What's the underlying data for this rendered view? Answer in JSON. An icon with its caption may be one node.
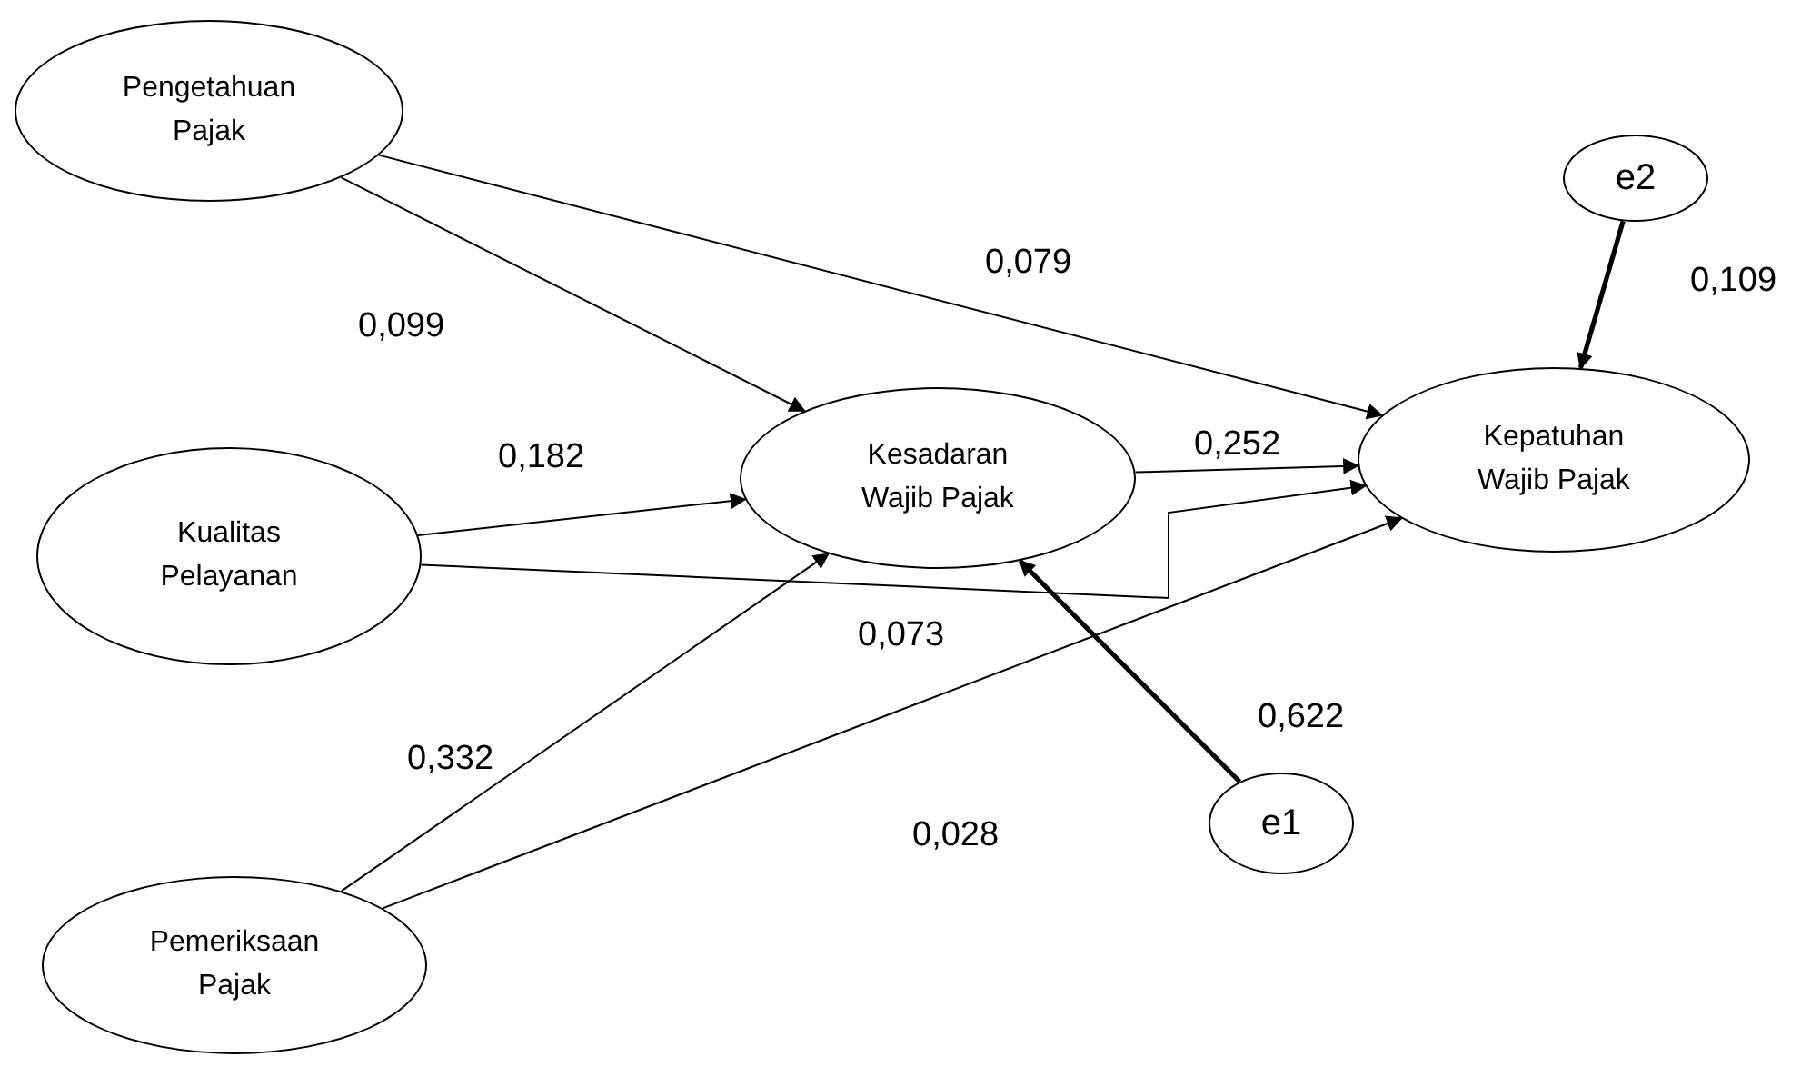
{
  "diagram": {
    "nodes": [
      {
        "text": [
          "Pengetahuan Pajak"
        ]
      },
      {
        "text": [
          "Kualitas Pelayanan"
        ]
      },
      {
        "text": [
          "Pemeriksaan Pajak"
        ]
      },
      {
        "text": [
          "Kesadaran Wajib Pajak"
        ]
      },
      {
        "text": [
          "Kepatuhan Wajib Pajak"
        ]
      },
      {
        "text": [
          "e2"
        ]
      },
      {
        "text": [
          "e1"
        ]
      }
    ],
    "edges": [
      {
        "from": 0,
        "to": 3,
        "arrow": "to",
        "label": "0,099"
      },
      {
        "from": 0,
        "to": 4,
        "arrow": "to",
        "label": "0,079"
      },
      {
        "from": 1,
        "to": 3,
        "arrow": "to",
        "label": "0,182"
      },
      {
        "from": 3,
        "to": 4,
        "arrow": "to",
        "label": "0,252"
      },
      {
        "from": 1,
        "to": 4,
        "arrow": "to",
        "label": "0,073"
      },
      {
        "from": 2,
        "to": 3,
        "arrow": "to",
        "label": "0,332"
      },
      {
        "from": 2,
        "to": 4,
        "arrow": "to",
        "label": "0,028"
      },
      {
        "from": 6,
        "to": 3,
        "arrow": "to",
        "label": "0,622",
        "style": "thick"
      },
      {
        "from": 5,
        "to": 4,
        "arrow": "to",
        "label": "0,109",
        "style": "thick"
      }
    ]
  }
}
